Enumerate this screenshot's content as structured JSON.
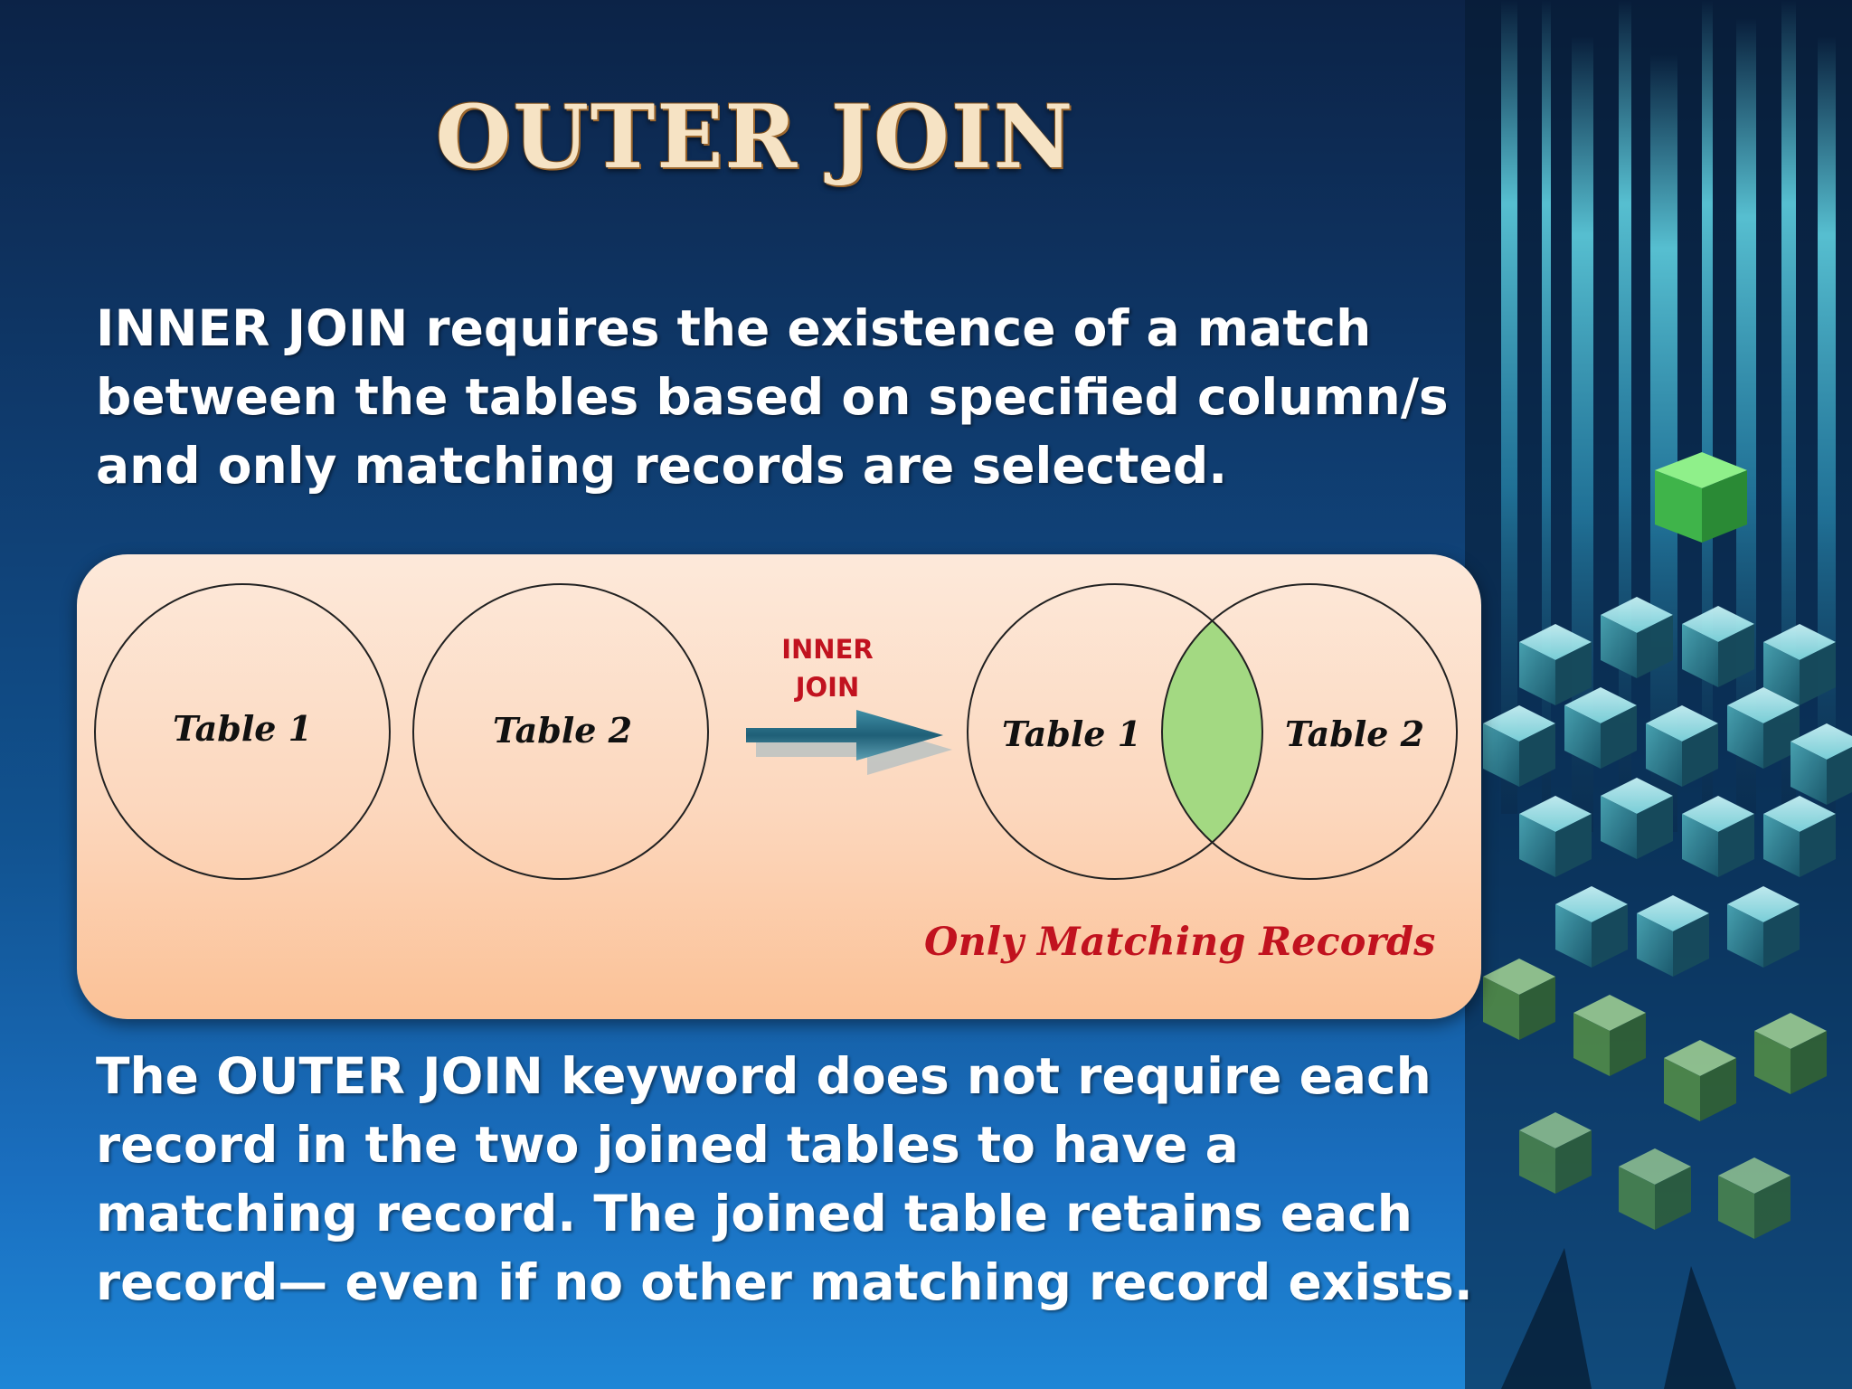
{
  "title": "OUTER JOIN",
  "paragraph1": {
    "keyword": "INNER JOIN",
    "rest": " requires the existence of a match between the  tables based on specified column/s and only matching  records are selected."
  },
  "diagram": {
    "left_circle_1": "Table 1",
    "left_circle_2": "Table 2",
    "arrow_label_line1": "INNER",
    "arrow_label_line2": "JOIN",
    "venn_left": "Table 1",
    "venn_right": "Table 2",
    "caption": "Only Matching Records",
    "colors": {
      "panel": "#fcd7bd",
      "intersection": "#a3d982",
      "arrow": "#2a6f86",
      "accent_red": "#c1121f"
    }
  },
  "paragraph2": {
    "lead": "The ",
    "keyword": "OUTER JOIN",
    "rest": "  keyword  does not require each record in the two joined tables to have a matching record.  The joined table retains each record— even if no other matching record exists."
  }
}
